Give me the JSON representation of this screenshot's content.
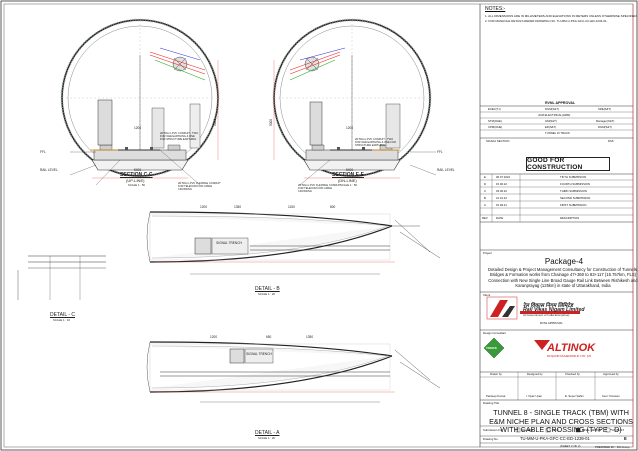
{
  "notes": {
    "heading": "NOTES:-",
    "items": [
      "1.   ALL DIMENSIONS ARE IN MILLIMETERS AND ELEVATIONS IN METERS UNLESS OTHERWISE SPECIFIED.",
      "2.   FOR MANHOLE DETAILS REFER DRAWING NO. TU-MM-U-PKA-GFC-CC-ED-1234-01."
    ]
  },
  "sections": {
    "cc_title": "SECTION C-C",
    "cc_sub": "(UP-LINE)",
    "cc_scale": "SCALE 1 : 50",
    "ee_title": "SECTION E-E",
    "ee_sub": "(DN-LINE)",
    "ee_scale": "SCALE 1 : 50",
    "ffl": "FFL",
    "rail_level": "RAIL LEVEL",
    "dim_5000": "5000",
    "dim_5400": "5400",
    "dim_1200": "1200",
    "conduit_note": "2R 50mm PVC CONDUIT - TWO FOR OHE EARTHING & ONE FOR STRUCTURE EARTHING",
    "conduit_note2": "2R 50mm PVC FLEXIBLE CONDUIT FOR TELECOM FOR CABLE CROSSING"
  },
  "details": {
    "b_title": "DETAIL - B",
    "b_scale": "SCALE 1 : 20",
    "a_title": "DETAIL - A",
    "a_scale": "SCALE 1 : 20",
    "c_title": "DETAIL - C",
    "c_scale": "SCALE 1 : 10",
    "signal_trench": "SIGNAL TRENCH",
    "dims": [
      "1200",
      "1350",
      "1150",
      "800",
      "650",
      "1350"
    ]
  },
  "approval": {
    "heading": "RVNL APPROVAL",
    "rows": [
      [
        "EXEC(T-I)",
        "DGM(S&T)",
        "SDE(S&T)"
      ],
      [
        "",
        "JGM ELECTRICAL(GRM)",
        ""
      ],
      [
        "STM(OHE)",
        "GM(S&T)",
        "Manager(S&T)"
      ],
      [
        "CPM(OHE)",
        "ED(S&T)",
        "DGM(S&T)"
      ]
    ],
    "tunnel_in_track": "TUNNEL IN TRACK",
    "signal_section": "SIGNAL SECTION",
    "dsk": "DSK"
  },
  "gfc": "GOOD FOR CONSTRUCTION",
  "revisions": [
    {
      "rev": "E",
      "date": "06.07.2022",
      "desc": "TIFTH SUBMISSION"
    },
    {
      "rev": "D",
      "date": "15.06.22",
      "desc": "FOURTH SUBMISSION"
    },
    {
      "rev": "C",
      "date": "03.06.22",
      "desc": "THIRD SUBMISSION"
    },
    {
      "rev": "B",
      "date": "21.01.22",
      "desc": "SECOND SUBMISSION"
    },
    {
      "rev": "A",
      "date": "15.09.21",
      "desc": "FIRST SUBMISSION"
    }
  ],
  "rev_head": {
    "rev": "REV",
    "date": "DATE",
    "desc": "DESCRIPTION"
  },
  "project": {
    "label": "Project",
    "title": "Package-4",
    "description": "Detailed Design & Project Management Consultancy for Construction of Tunnels, Bridges & Formation works from Chainage 47+360 to 83+117 (15.757km, FLS) Connection with New Single Line Broad Gauge Rail Link Between Rishikesh and Karanprayag (125km) in state of Uttarakhand, India"
  },
  "client": {
    "label": "Client",
    "hindi": "रेल विकास निगम लिमिटेड",
    "name": "Rail Vikas Nigam Limited",
    "sub": "(A Government of India Enterprise)",
    "approval": "RVNL APPROVAL"
  },
  "consultant": {
    "label": "Design Consultant",
    "tomas": "TOMAS",
    "altinok": "ALTINOK",
    "altinok_sub": "MUŞAVİR MÜHENDISLIK LTD. ŞTİ."
  },
  "signatures": {
    "drawn": "Drawn by",
    "designed": "Designed by",
    "checked": "Checked by",
    "approved": "Approved by",
    "drawn_name": "Pardeep Kumar",
    "designed_name": "I. Nyaz Uyan",
    "checked_name": "E. Seçer Sahin",
    "approved_name": "Cem Yücesan"
  },
  "drawing": {
    "label": "Drawing Title",
    "title": "TUNNEL 8 - SINGLE TRACK (TBM) WITH E&M NICHE PLAN AND CROSS SECTIONS WITH CABLE CROSSING (TYPE - D)",
    "sheet": "(SHEET 2 OF 2)",
    "status_label": "Submission For",
    "status_options": [
      "REVIEW",
      "INFO",
      "FINAL DESIGN",
      "AS BUILT"
    ],
    "selected_status": "FINAL DESIGN",
    "number_label": "Drawing No.",
    "number": "TU-MM-U-PKA-GFC-CC-ED-1239-01",
    "revision": "E"
  },
  "footer": "PREPARED BY : DS Group"
}
